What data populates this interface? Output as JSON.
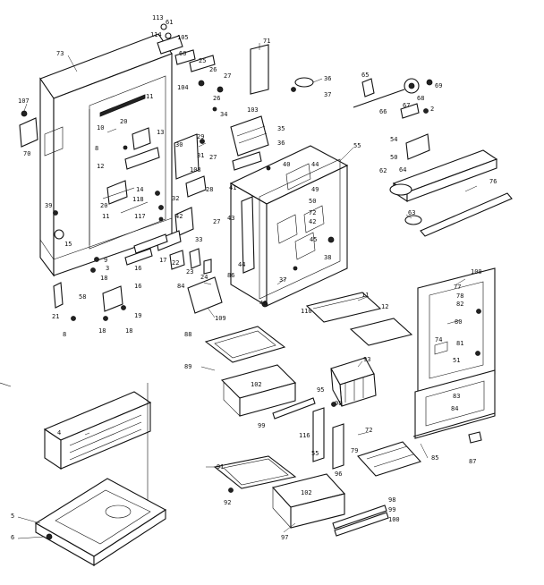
{
  "diagram": {
    "callouts": [
      {
        "id": "c1",
        "text": "113"
      },
      {
        "id": "c2",
        "text": "61"
      },
      {
        "id": "c3",
        "text": "114"
      },
      {
        "id": "c4",
        "text": "105"
      },
      {
        "id": "c5",
        "text": "60"
      },
      {
        "id": "c6",
        "text": "73"
      },
      {
        "id": "c7",
        "text": "71"
      },
      {
        "id": "c8",
        "text": "25"
      },
      {
        "id": "c9",
        "text": "26"
      },
      {
        "id": "c10",
        "text": "27"
      },
      {
        "id": "c11",
        "text": "104"
      },
      {
        "id": "c12",
        "text": "26"
      },
      {
        "id": "c13",
        "text": "36"
      },
      {
        "id": "c14",
        "text": "37"
      },
      {
        "id": "c15",
        "text": "65"
      },
      {
        "id": "c16",
        "text": "69"
      },
      {
        "id": "c17",
        "text": "66"
      },
      {
        "id": "c18",
        "text": "67"
      },
      {
        "id": "c19",
        "text": "68"
      },
      {
        "id": "c20",
        "text": "2"
      },
      {
        "id": "c21",
        "text": "107"
      },
      {
        "id": "c22",
        "text": "70"
      },
      {
        "id": "c23",
        "text": "10"
      },
      {
        "id": "c24",
        "text": "11"
      },
      {
        "id": "c25",
        "text": "20"
      },
      {
        "id": "c26",
        "text": "13"
      },
      {
        "id": "c27",
        "text": "34"
      },
      {
        "id": "c28",
        "text": "103"
      },
      {
        "id": "c29",
        "text": "35"
      },
      {
        "id": "c30",
        "text": "36"
      },
      {
        "id": "c31",
        "text": "55"
      },
      {
        "id": "c32",
        "text": "54"
      },
      {
        "id": "c33",
        "text": "29"
      },
      {
        "id": "c34",
        "text": "30"
      },
      {
        "id": "c35",
        "text": "31"
      },
      {
        "id": "c36",
        "text": "27"
      },
      {
        "id": "c37",
        "text": "50"
      },
      {
        "id": "c38",
        "text": "64"
      },
      {
        "id": "c39",
        "text": "62"
      },
      {
        "id": "c40",
        "text": "76"
      },
      {
        "id": "c41",
        "text": "12"
      },
      {
        "id": "c42",
        "text": "8"
      },
      {
        "id": "c43",
        "text": "108"
      },
      {
        "id": "c44",
        "text": "28"
      },
      {
        "id": "c45",
        "text": "40"
      },
      {
        "id": "c46",
        "text": "44"
      },
      {
        "id": "c47",
        "text": "49"
      },
      {
        "id": "c48",
        "text": "14"
      },
      {
        "id": "c49",
        "text": "118"
      },
      {
        "id": "c50",
        "text": "32"
      },
      {
        "id": "c51",
        "text": "41"
      },
      {
        "id": "c52",
        "text": "50"
      },
      {
        "id": "c53",
        "text": "39"
      },
      {
        "id": "c54",
        "text": "20"
      },
      {
        "id": "c55",
        "text": "11"
      },
      {
        "id": "c56",
        "text": "117"
      },
      {
        "id": "c57",
        "text": "27"
      },
      {
        "id": "c58",
        "text": "42"
      },
      {
        "id": "c59",
        "text": "43"
      },
      {
        "id": "c60",
        "text": "72"
      },
      {
        "id": "c61",
        "text": "42"
      },
      {
        "id": "c62",
        "text": "63"
      },
      {
        "id": "c63",
        "text": "15"
      },
      {
        "id": "c64",
        "text": "33"
      },
      {
        "id": "c65",
        "text": "45"
      },
      {
        "id": "c66",
        "text": "9"
      },
      {
        "id": "c67",
        "text": "17"
      },
      {
        "id": "c68",
        "text": "3"
      },
      {
        "id": "c69",
        "text": "18"
      },
      {
        "id": "c70",
        "text": "16"
      },
      {
        "id": "c71",
        "text": "22"
      },
      {
        "id": "c72",
        "text": "23"
      },
      {
        "id": "c73",
        "text": "24"
      },
      {
        "id": "c74",
        "text": "44"
      },
      {
        "id": "c75",
        "text": "38"
      },
      {
        "id": "c76",
        "text": "86"
      },
      {
        "id": "c77",
        "text": "37"
      },
      {
        "id": "c78",
        "text": "100"
      },
      {
        "id": "c79",
        "text": "77"
      },
      {
        "id": "c80",
        "text": "78"
      },
      {
        "id": "c81",
        "text": "82"
      },
      {
        "id": "c82",
        "text": "84"
      },
      {
        "id": "c83",
        "text": "16"
      },
      {
        "id": "c84",
        "text": "21"
      },
      {
        "id": "c85",
        "text": "58"
      },
      {
        "id": "c86",
        "text": "19"
      },
      {
        "id": "c87",
        "text": "8"
      },
      {
        "id": "c88",
        "text": "18"
      },
      {
        "id": "c89",
        "text": "18"
      },
      {
        "id": "c90",
        "text": "109"
      },
      {
        "id": "c91",
        "text": "46"
      },
      {
        "id": "c92",
        "text": "110"
      },
      {
        "id": "c93",
        "text": "11"
      },
      {
        "id": "c94",
        "text": "12"
      },
      {
        "id": "c95",
        "text": "80"
      },
      {
        "id": "c96",
        "text": "74"
      },
      {
        "id": "c97",
        "text": "81"
      },
      {
        "id": "c98",
        "text": "51"
      },
      {
        "id": "c99",
        "text": "83"
      },
      {
        "id": "c100",
        "text": "88"
      },
      {
        "id": "c101",
        "text": "89"
      },
      {
        "id": "c102",
        "text": "93"
      },
      {
        "id": "c103",
        "text": "102"
      },
      {
        "id": "c104",
        "text": "95"
      },
      {
        "id": "c105",
        "text": "84"
      },
      {
        "id": "c106",
        "text": "98"
      },
      {
        "id": "c107",
        "text": "99"
      },
      {
        "id": "c108",
        "text": "72"
      },
      {
        "id": "c109",
        "text": "116"
      },
      {
        "id": "c110",
        "text": "79"
      },
      {
        "id": "c111",
        "text": "55"
      },
      {
        "id": "c112",
        "text": "85"
      },
      {
        "id": "c113",
        "text": "87"
      },
      {
        "id": "c114",
        "text": "4"
      },
      {
        "id": "c115",
        "text": "96"
      },
      {
        "id": "c116",
        "text": "91"
      },
      {
        "id": "c117",
        "text": "102"
      },
      {
        "id": "c118",
        "text": "92"
      },
      {
        "id": "c119",
        "text": "98"
      },
      {
        "id": "c120",
        "text": "99"
      },
      {
        "id": "c121",
        "text": "100"
      },
      {
        "id": "c122",
        "text": "97"
      },
      {
        "id": "c123",
        "text": "5"
      },
      {
        "id": "c124",
        "text": "6"
      }
    ]
  }
}
